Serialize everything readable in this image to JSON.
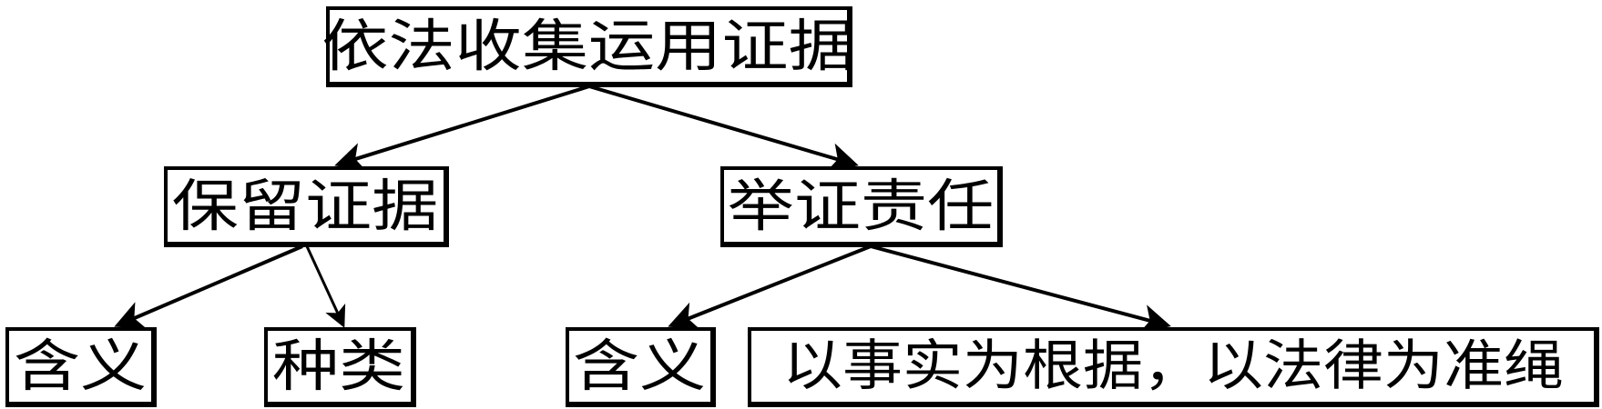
{
  "root": {
    "label": "依法收集运用证据"
  },
  "left": {
    "label": "保留证据",
    "children": [
      {
        "label": "含义"
      },
      {
        "label": "种类"
      }
    ]
  },
  "right": {
    "label": "举证责任",
    "children": [
      {
        "label": "含义"
      },
      {
        "label": "以事实为根据，以法律为准绳"
      }
    ]
  }
}
